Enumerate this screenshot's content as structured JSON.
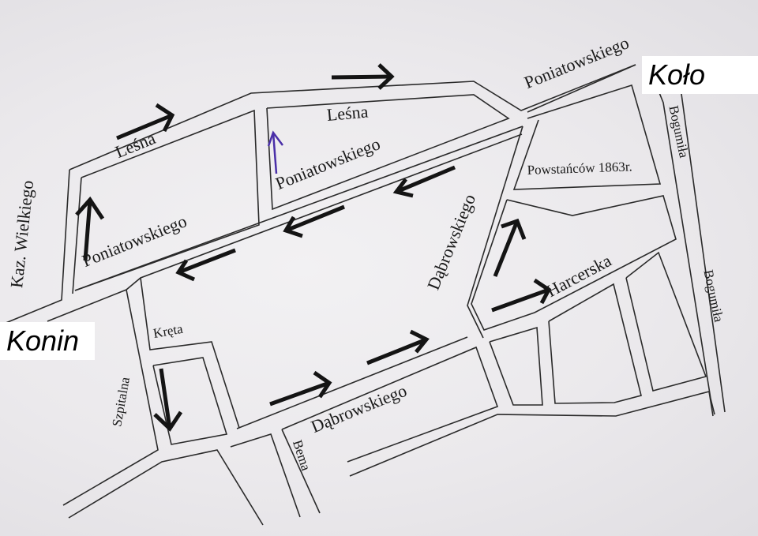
{
  "cities": {
    "west": "Konin",
    "east": "Koło"
  },
  "streets": {
    "lesna_left": "Leśna",
    "lesna_right": "Leśna",
    "poniatowskiego_left": "Poniatowskiego",
    "poniatowskiego_mid": "Poniatowskiego",
    "poniatowskiego_top": "Poniatowskiego",
    "kaz_wielkiego": "Kaz. Wielkiego",
    "powstancow": "Powstańców 1863r.",
    "bogumila_top": "Bogumiła",
    "bogumila_bottom": "Bogumiła",
    "dabrowskiego_vertical": "Dąbrowskiego",
    "dabrowskiego_bottom": "Dąbrowskiego",
    "harcerska": "Harcerska",
    "kreta": "Kręta",
    "szpitalna": "Szpitalna",
    "bema": "Bema"
  },
  "arrows": [
    {
      "id": "lesna-east-1",
      "direction": "east",
      "color": "#141414"
    },
    {
      "id": "lesna-east-2",
      "direction": "east",
      "color": "#141414"
    },
    {
      "id": "kaz-north",
      "direction": "north",
      "color": "#141414"
    },
    {
      "id": "inner-north-blue",
      "direction": "north",
      "color": "#4a2fa8"
    },
    {
      "id": "poniatowskiego-west-1",
      "direction": "west",
      "color": "#141414"
    },
    {
      "id": "poniatowskiego-west-2",
      "direction": "west",
      "color": "#141414"
    },
    {
      "id": "poniatowskiego-west-3",
      "direction": "west",
      "color": "#141414"
    },
    {
      "id": "szpitalna-south",
      "direction": "south",
      "color": "#141414"
    },
    {
      "id": "dabrowskiego-east-1",
      "direction": "east",
      "color": "#141414"
    },
    {
      "id": "dabrowskiego-east-2",
      "direction": "east",
      "color": "#141414"
    },
    {
      "id": "dabrowskiego-north",
      "direction": "north",
      "color": "#141414"
    },
    {
      "id": "harcerska-east",
      "direction": "east",
      "color": "#141414"
    }
  ]
}
